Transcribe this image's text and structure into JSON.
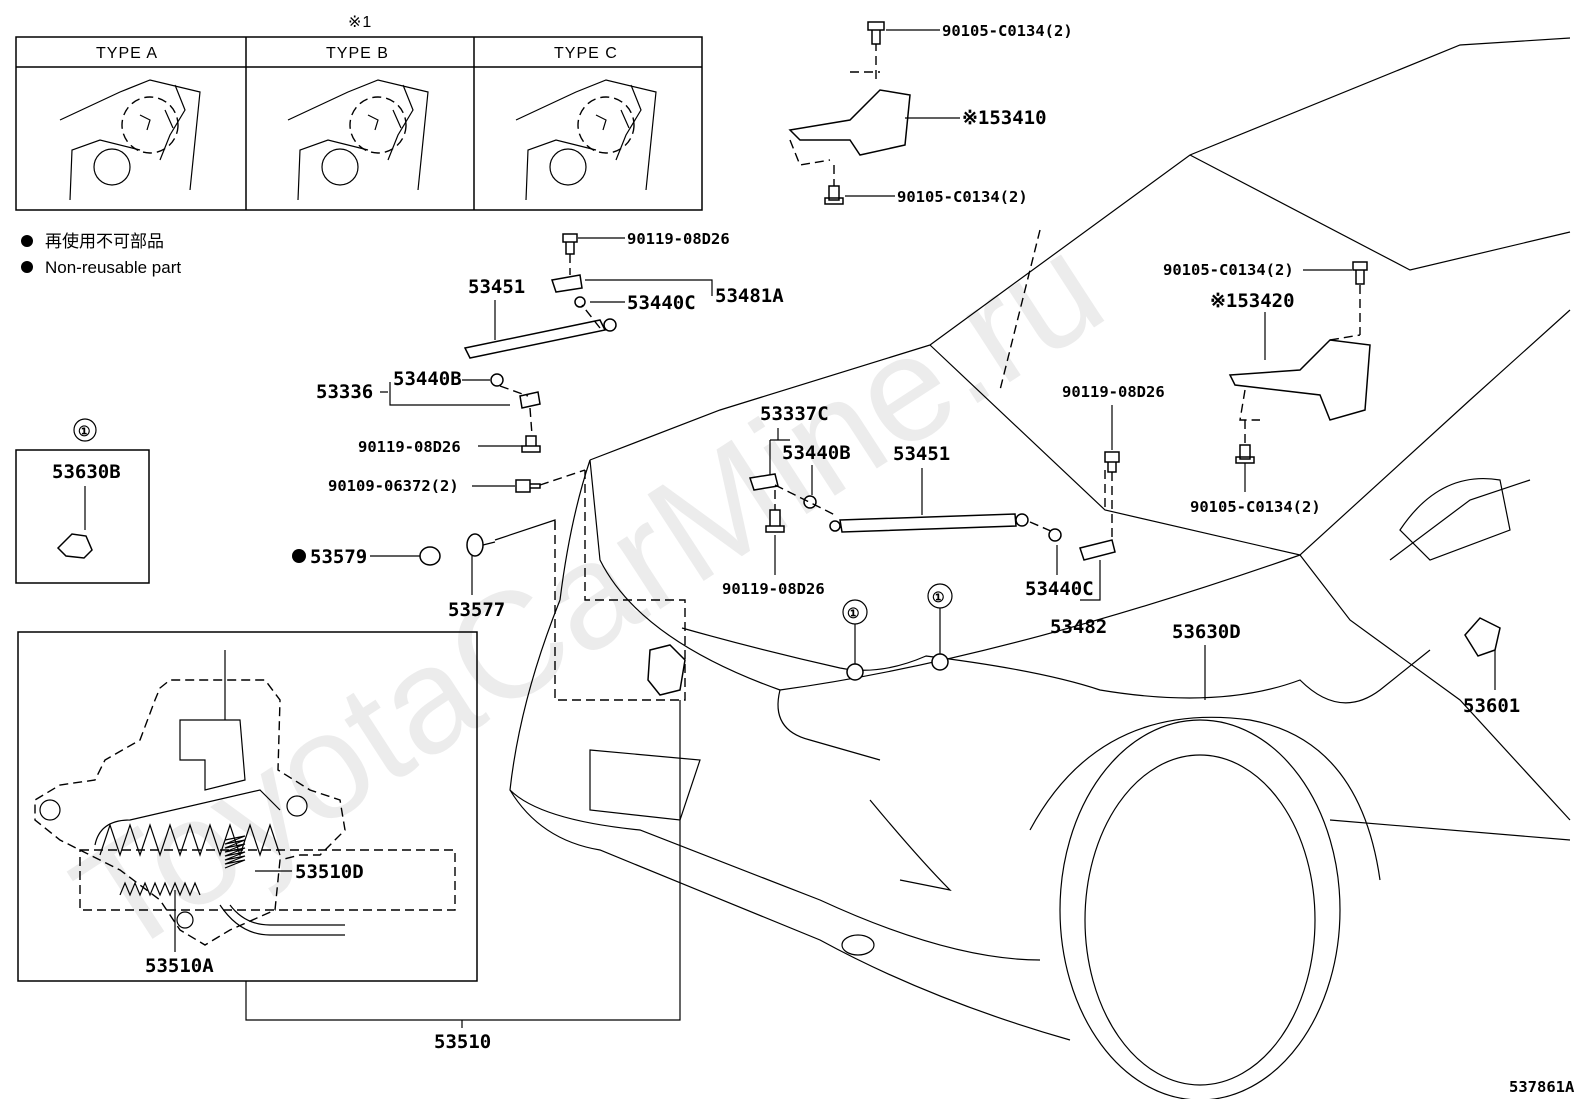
{
  "diagram": {
    "ref_code": "537861A",
    "watermark": "ToyotaCarMine.ru",
    "types_header": {
      "mark": "※1",
      "columns": [
        "TYPE A",
        "TYPE B",
        "TYPE C"
      ]
    },
    "legend": {
      "jp": "再使用不可部品",
      "en": "Non-reusable part"
    },
    "callout_mark": "①",
    "parts": {
      "p90105_c0134_top": "90105-C0134(2)",
      "p53410": "※153410",
      "p90105_c0134_mid": "90105-C0134(2)",
      "p90119_08d26_a": "90119-08D26",
      "p53451_a": "53451",
      "p53440c_a": "53440C",
      "p53481a": "53481A",
      "p53336": "53336",
      "p53440b_a": "53440B",
      "p90119_08d26_b": "90119-08D26",
      "p90109_06372": "90109-06372(2)",
      "p53579": "53579",
      "p53577": "53577",
      "p53630b": "53630B",
      "p53337c": "53337C",
      "p53440b_b": "53440B",
      "p53451_b": "53451",
      "p90119_08d26_c": "90119-08D26",
      "p90119_08d26_d": "90119-08D26",
      "p53440c_b": "53440C",
      "p53482": "53482",
      "p90105_c0134_r1": "90105-C0134(2)",
      "p53420": "※153420",
      "p90105_c0134_r2": "90105-C0134(2)",
      "p53630d": "53630D",
      "p53601": "53601",
      "p53510d": "53510D",
      "p53510a": "53510A",
      "p53510": "53510"
    }
  }
}
